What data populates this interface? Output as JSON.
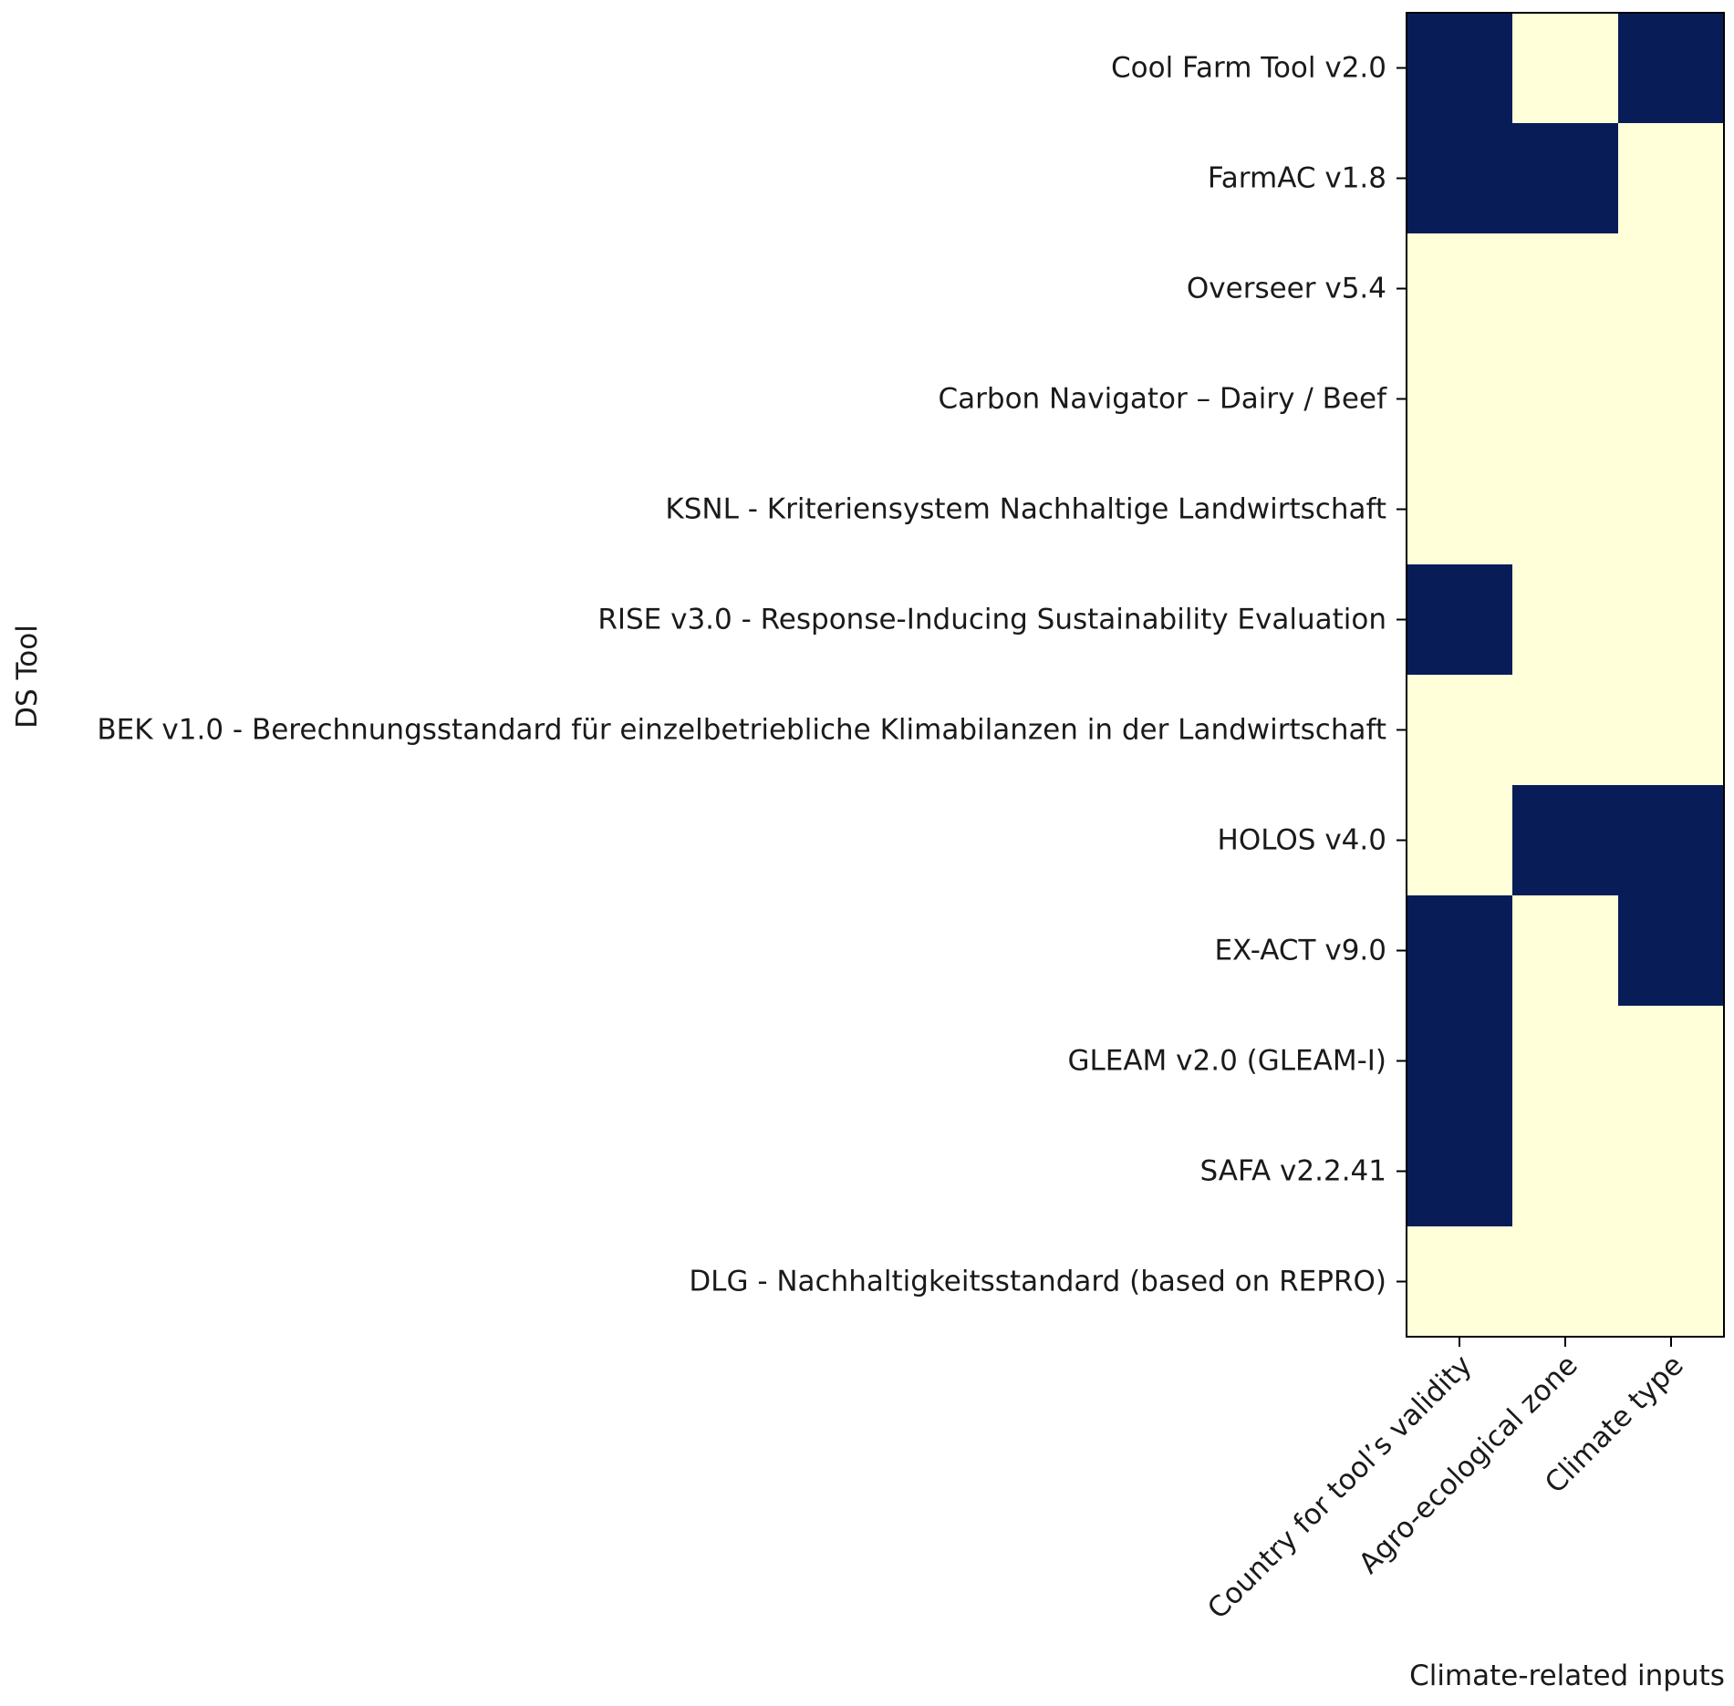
{
  "chart_data": {
    "type": "heatmap",
    "title": "",
    "xlabel": "Climate-related inputs",
    "ylabel": "DS Tool",
    "x_categories": [
      "Country for tool’s validity",
      "Agro-ecological zone",
      "Climate type"
    ],
    "y_categories": [
      "Cool Farm Tool v2.0",
      "FarmAC v1.8",
      "Overseer v5.4",
      "Carbon Navigator – Dairy / Beef",
      "KSNL - Kriteriensystem Nachhaltige Landwirtschaft",
      "RISE v3.0 - Response-Inducing Sustainability Evaluation",
      "BEK v1.0 - Berechnungsstandard für einzelbetriebliche Klimabilanzen in der Landwirtschaft",
      "HOLOS v4.0",
      "EX-ACT v9.0",
      "GLEAM v2.0 (GLEAM-I)",
      "SAFA v2.2.41",
      "DLG - Nachhaltigkeitsstandard (based on REPRO)"
    ],
    "values": [
      [
        1,
        0,
        1
      ],
      [
        1,
        1,
        0
      ],
      [
        0,
        0,
        0
      ],
      [
        0,
        0,
        0
      ],
      [
        0,
        0,
        0
      ],
      [
        1,
        0,
        0
      ],
      [
        0,
        0,
        0
      ],
      [
        0,
        1,
        1
      ],
      [
        1,
        0,
        1
      ],
      [
        1,
        0,
        0
      ],
      [
        1,
        0,
        0
      ],
      [
        0,
        0,
        0
      ]
    ],
    "colormap": "YlGnBu",
    "colors": {
      "present": "#081d58",
      "absent": "#ffffd9"
    },
    "grid": false,
    "legend": "none"
  }
}
